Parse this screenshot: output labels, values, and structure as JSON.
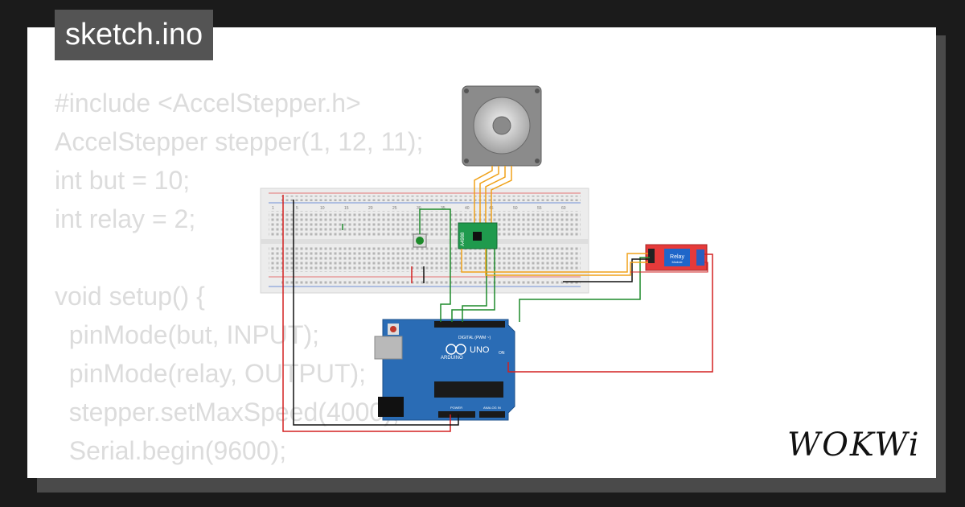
{
  "title": "sketch.ino",
  "code_lines": [
    "#include <AccelStepper.h>",
    "AccelStepper stepper(1, 12, 11);",
    "int but = 10;",
    "int relay = 2;",
    "",
    "void setup() {",
    "  pinMode(but, INPUT);",
    "  pinMode(relay, OUTPUT);",
    "  stepper.setMaxSpeed(4000);",
    "  Serial.begin(9600);",
    "}"
  ],
  "driver_label": "A4988",
  "relay_label": "Relay",
  "relay_sublabel": "Module",
  "arduino": {
    "brand": "ARDUINO",
    "model": "UNO",
    "digital_label": "DIGITAL (PWM ~)",
    "power_label": "POWER",
    "analog_label": "ANALOG IN",
    "on_label": "ON"
  },
  "breadboard_numbers": [
    "1",
    "5",
    "10",
    "15",
    "20",
    "25",
    "30",
    "35",
    "40",
    "45",
    "50",
    "55",
    "60"
  ],
  "logo_text": "WOKWi",
  "colors": {
    "background": "#1b1b1b",
    "card": "#ffffff",
    "code_text": "#dcdcdc",
    "title_box": "#545454",
    "breadboard": "#ececec",
    "driver_board": "#1f9a4d",
    "relay_board": "#e63a3a",
    "arduino_board": "#2a6cb5",
    "wire_orange": "#f0a21a",
    "wire_green": "#1d8a2a",
    "wire_red": "#d32020",
    "wire_black": "#111111"
  }
}
